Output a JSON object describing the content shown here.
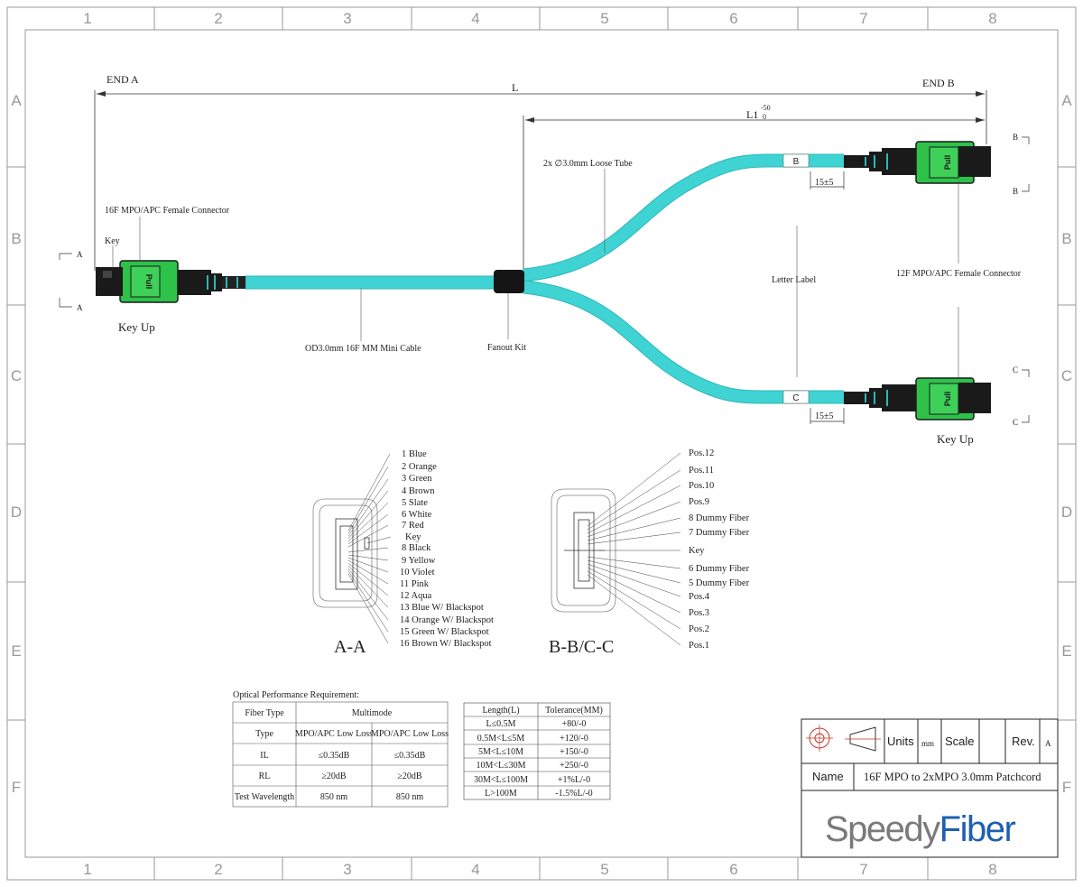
{
  "frame": {
    "columns": [
      "1",
      "2",
      "3",
      "4",
      "5",
      "6",
      "7",
      "8"
    ],
    "rows": [
      "A",
      "B",
      "C",
      "D",
      "E",
      "F"
    ]
  },
  "dimensions": {
    "end_a": "END A",
    "end_b": "END B",
    "length": "L",
    "l1": "L1",
    "l1_tol_upper": "-50",
    "l1_tol_lower": "0",
    "label_offset": "15±5"
  },
  "callouts": {
    "female_connector_a": "16F MPO/APC Female Connector",
    "key": "Key",
    "key_up_a": "Key Up",
    "loose_tube": "2x ∅3.0mm Loose Tube",
    "mini_cable": "OD3.0mm 16F MM Mini Cable",
    "fanout_kit": "Fanout Kit",
    "letter_label": "Letter Label",
    "female_connector_b": "12F MPO/APC Female Connector",
    "key_up_b": "Key Up",
    "label_b": "B",
    "label_c": "C",
    "pull_text": "Pull",
    "section_a": "A",
    "section_b": "B",
    "section_c": "C"
  },
  "colors": {
    "cable": "#3fd3d3",
    "cable_edge": "#2fb7b8",
    "connector_green": "#2ec24a",
    "connector_body": "#1e1e1e",
    "frame": "#9a9a9a"
  },
  "section_aa": {
    "title": "A-A",
    "fibers": [
      "1 Blue",
      "2 Orange",
      "3 Green",
      "4 Brown",
      "5 Slate",
      "6 White",
      "7 Red",
      "Key",
      "8 Black",
      "9 Yellow",
      "10 Violet",
      "11 Pink",
      "12 Aqua",
      "13 Blue W/ Blackspot",
      "14 Orange W/ Blackspot",
      "15 Green W/ Blackspot",
      "16 Brown W/ Blackspot"
    ]
  },
  "section_bbcc": {
    "title": "B-B/C-C",
    "positions": [
      "Pos.12",
      "Pos.11",
      "Pos.10",
      "Pos.9",
      "8 Dummy Fiber",
      "7 Dummy Fiber",
      "Key",
      "6 Dummy Fiber",
      "5 Dummy Fiber",
      "Pos.4",
      "Pos.3",
      "Pos.2",
      "Pos.1"
    ]
  },
  "optical_table": {
    "caption": "Optical Performance Requirement:",
    "rows": [
      {
        "label": "Fiber Type",
        "c1": "Multimode",
        "c2": ""
      },
      {
        "label": "Type",
        "c1": "MPO/APC Low Loss",
        "c2": "MPO/APC Low Loss"
      },
      {
        "label": "IL",
        "c1": "≤0.35dB",
        "c2": "≤0.35dB"
      },
      {
        "label": "RL",
        "c1": "≥20dB",
        "c2": "≥20dB"
      },
      {
        "label": "Test Wavelength",
        "c1": "850 nm",
        "c2": "850 nm"
      }
    ]
  },
  "tolerance_table": {
    "headers": [
      "Length(L)",
      "Tolerance(MM)"
    ],
    "rows": [
      [
        "L≤0.5M",
        "+80/-0"
      ],
      [
        "0.5M<L≤5M",
        "+120/-0"
      ],
      [
        "5M<L≤10M",
        "+150/-0"
      ],
      [
        "10M<L≤30M",
        "+250/-0"
      ],
      [
        "30M<L≤100M",
        "+1%L/-0"
      ],
      [
        "L>100M",
        "-1.5%L/-0"
      ]
    ]
  },
  "title_block": {
    "units_label": "Units",
    "units_value": "mm",
    "scale_label": "Scale",
    "scale_value": "",
    "rev_label": "Rev.",
    "rev_value": "A",
    "name_label": "Name",
    "name_value": "16F MPO to 2xMPO 3.0mm Patchcord",
    "brand_speedy": "Speedy",
    "brand_fiber": "Fiber"
  }
}
